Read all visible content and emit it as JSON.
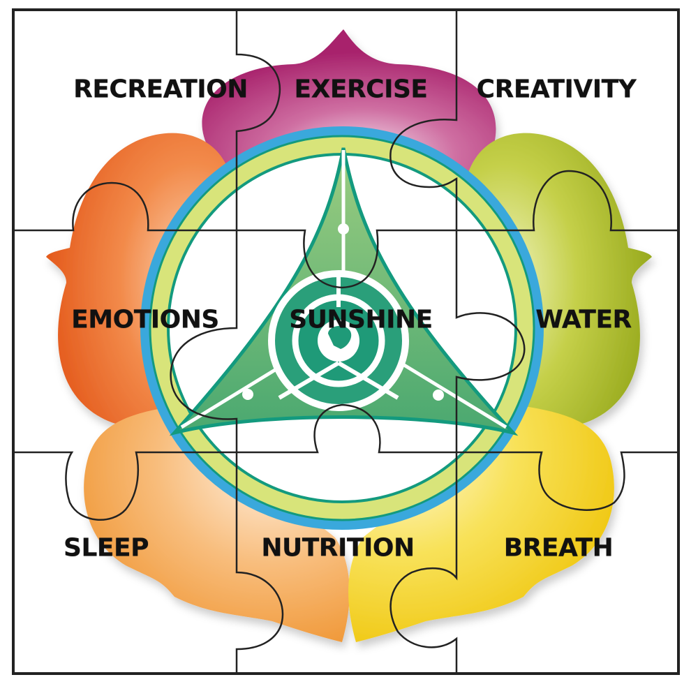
{
  "diagram": {
    "type": "jigsaw-puzzle-wellness-wheel",
    "grid": {
      "rows": 3,
      "cols": 3
    },
    "pieces": [
      {
        "id": "recreation",
        "label": "RECREATION",
        "row": 0,
        "col": 0
      },
      {
        "id": "exercise",
        "label": "EXERCISE",
        "row": 0,
        "col": 1
      },
      {
        "id": "creativity",
        "label": "CREATIVITY",
        "row": 0,
        "col": 2
      },
      {
        "id": "emotions",
        "label": "EMOTIONS",
        "row": 1,
        "col": 0
      },
      {
        "id": "sunshine",
        "label": "SUNSHINE",
        "row": 1,
        "col": 1
      },
      {
        "id": "water",
        "label": "WATER",
        "row": 1,
        "col": 2
      },
      {
        "id": "sleep",
        "label": "SLEEP",
        "row": 2,
        "col": 0
      },
      {
        "id": "nutrition",
        "label": "NUTRITION",
        "row": 2,
        "col": 1
      },
      {
        "id": "breath",
        "label": "BREATH",
        "row": 2,
        "col": 2
      }
    ],
    "petals": [
      {
        "name": "top-petal",
        "color": "#b5307a"
      },
      {
        "name": "top-right-petal",
        "color": "#a9b82c"
      },
      {
        "name": "bottom-right-petal",
        "color": "#f2d02a"
      },
      {
        "name": "bottom-left-petal",
        "color": "#f29a3a"
      },
      {
        "name": "top-left-petal",
        "color": "#e8662a"
      }
    ],
    "colors": {
      "ring_blue": "#3aa8dc",
      "ring_lime": "#d8e47a",
      "ring_teal": "#139a7e",
      "triangle_green": "#6cb874",
      "spiral_teal": "#1f9a78",
      "outline": "#222222"
    }
  }
}
